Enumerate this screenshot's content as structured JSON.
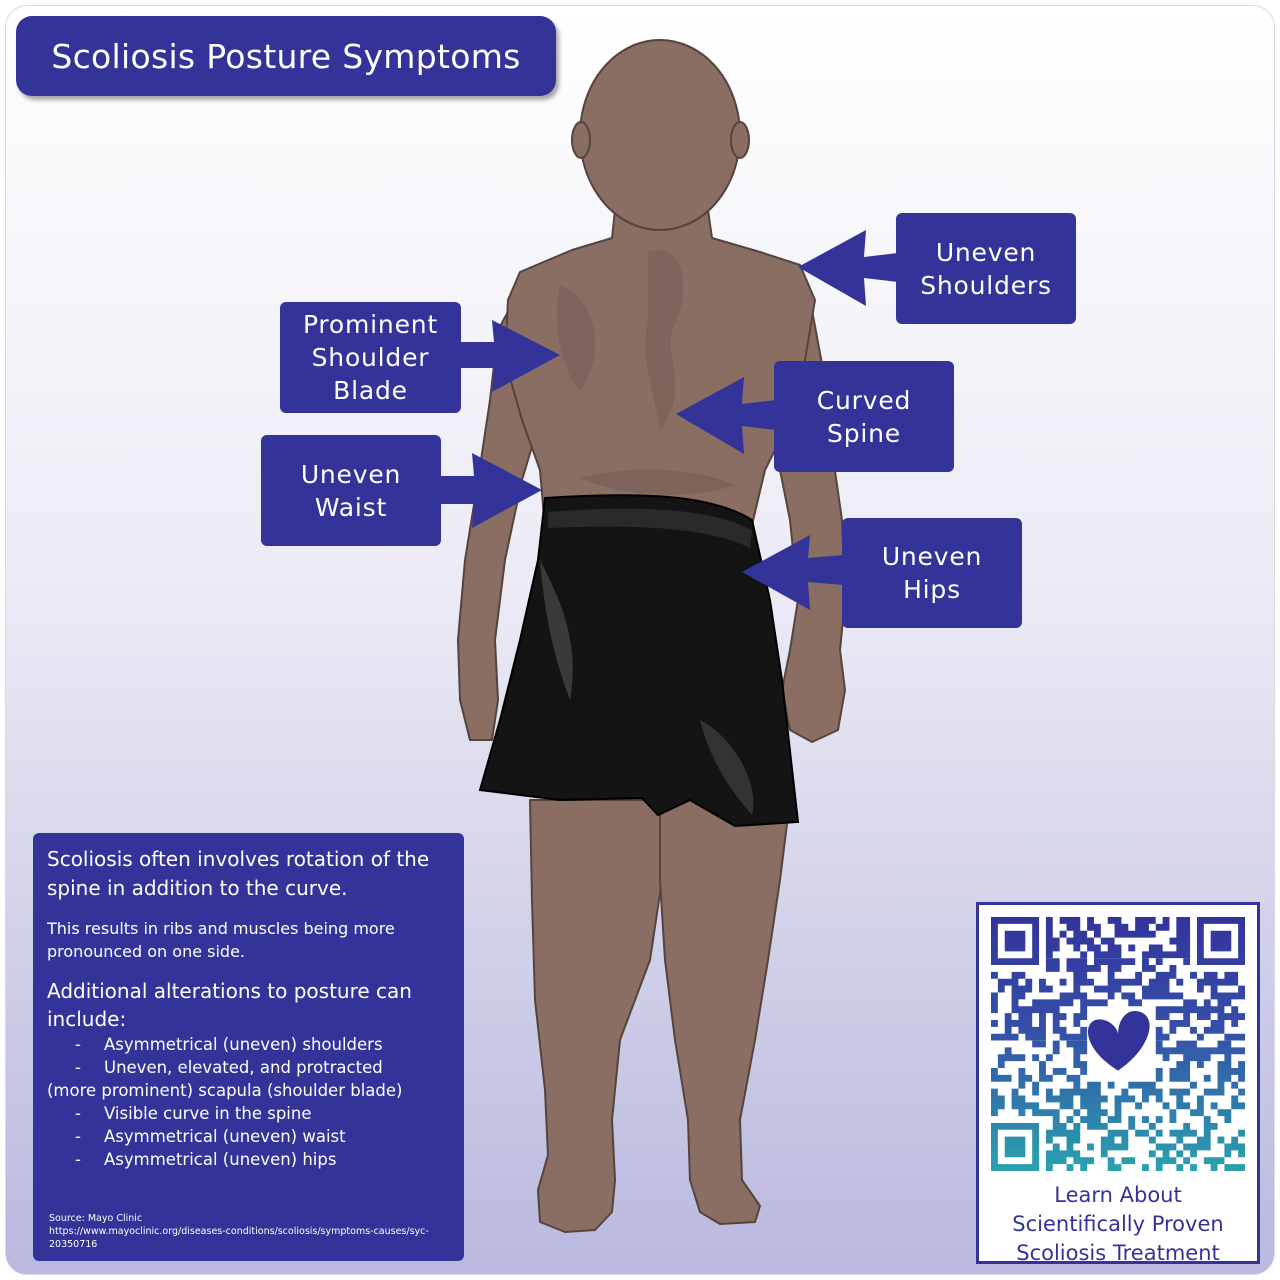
{
  "title": "Scoliosis Posture Symptoms",
  "callouts": {
    "uneven_shoulders": "Uneven\nShoulders",
    "prominent_shoulder_blade": "Prominent\nShoulder\nBlade",
    "curved_spine": "Curved\nSpine",
    "uneven_waist": "Uneven\nWaist",
    "uneven_hips": "Uneven\nHips"
  },
  "info": {
    "lead": "Scoliosis often involves rotation of the spine in addition to the curve.",
    "sub": "This results in ribs and muscles being more pronounced on one side.",
    "lead2": "Additional alterations to posture can include:",
    "bullets": [
      "Asymmetrical (uneven) shoulders",
      "Uneven, elevated, and protracted",
      "Visible curve in the spine",
      "Asymmetrical (uneven) waist",
      "Asymmetrical (uneven) hips"
    ],
    "bullet_continuation": "(more prominent) scapula (shoulder blade)",
    "bullet_marker": "-",
    "source_label": "Source: Mayo Clinic",
    "source_url": "https://www.mayoclinic.org/diseases-conditions/scoliosis/symptoms-causes/syc-20350716"
  },
  "qr": {
    "caption": "Learn About\nScientifically Proven\nScoliosis Treatment",
    "icon": "heart-spine-logo"
  },
  "colors": {
    "accent": "#33339a",
    "skin": "#8a6e64",
    "shorts": "#141414",
    "qr_gradient": [
      "#33349c",
      "#2f9fb0"
    ]
  }
}
